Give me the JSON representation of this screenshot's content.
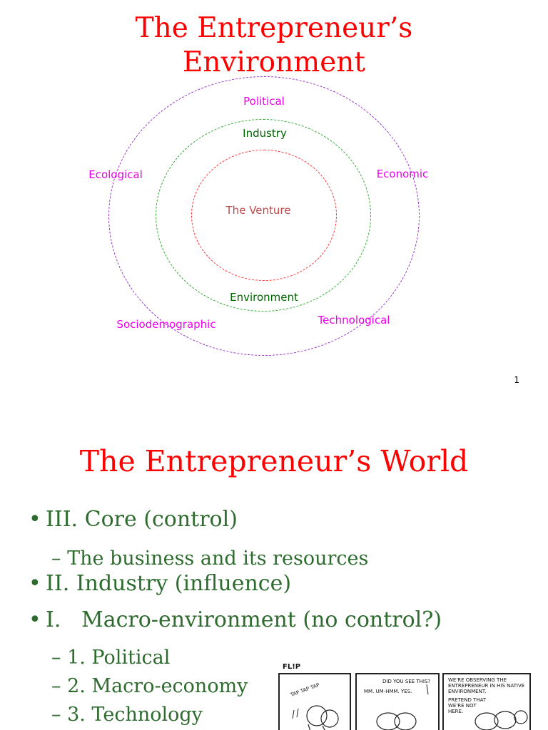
{
  "slide1": {
    "title_line1": "The Entrepreneur’s",
    "title_line2": "Environment",
    "labels": {
      "political": "Political",
      "industry": "Industry",
      "ecological": "Ecological",
      "economic": "Economic",
      "venture": "The Venture",
      "environment": "Environment",
      "sociodemographic": "Sociodemographic",
      "technological": "Technological"
    },
    "page_number": "1",
    "colors": {
      "title": "#ff0000",
      "outer_ring": "#9933cc",
      "middle_ring": "#33aa33",
      "inner_ring": "#ff3333",
      "outer_labels": "#ee00ee",
      "industry_labels": "#006600"
    }
  },
  "slide2": {
    "title": "The Entrepreneur’s World",
    "bullets": [
      {
        "marker": "•",
        "text": "III. Core (control)"
      },
      {
        "marker": "•",
        "text": "II. Industry (influence)"
      },
      {
        "marker": "•",
        "text": "I.   Macro-environment (no control?)"
      }
    ],
    "sub_core": "– The business and its resources",
    "sub_macro": [
      "– 1. Political",
      "– 2. Macro-economy",
      "– 3. Technology"
    ],
    "comic": {
      "title": "FL!P",
      "panel1_text": "TAP TAP TAP",
      "panel2_text": "DID YOU SEE THIS?",
      "panel2_reply": "MM. UM-HMM. YES.",
      "panel3_text_1": "WE'RE OBSERVING THE",
      "panel3_text_2": "ENTREPRENEUR IN HIS NATIVE",
      "panel3_text_3": "ENVIRONMENT.",
      "panel3_text_4": "PRETEND THAT",
      "panel3_text_5": "WE'RE NOT",
      "panel3_text_6": "HERE."
    },
    "colors": {
      "title": "#ff0000",
      "body": "#2e6b2e"
    }
  }
}
